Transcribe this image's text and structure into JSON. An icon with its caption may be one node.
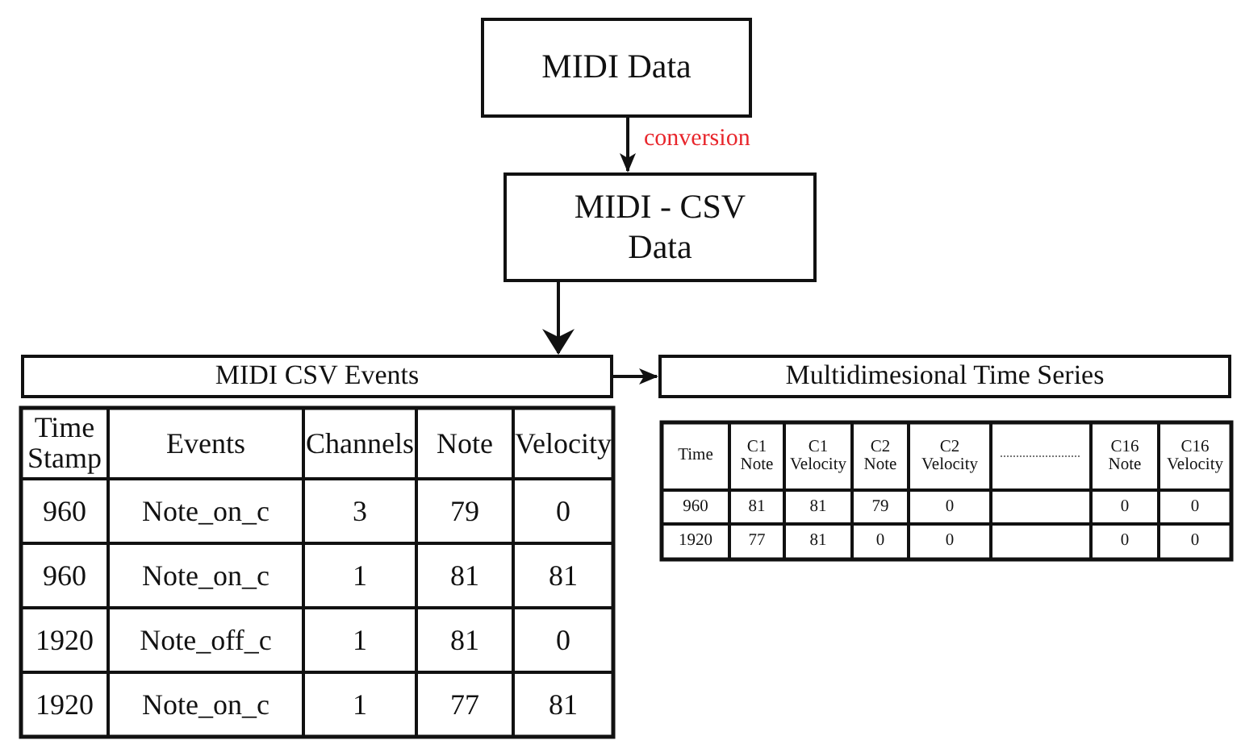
{
  "diagram": {
    "nodes": [
      {
        "text": [
          "MIDI Data"
        ]
      },
      {
        "text": [
          "MIDI - CSV Data"
        ]
      },
      {
        "text": [
          "MIDI CSV Events"
        ]
      },
      {
        "text": [
          "Multidimesional Time Series"
        ]
      }
    ],
    "edges": [
      {
        "from": 0,
        "to": 1,
        "arrow": "to",
        "label": "conversion"
      },
      {
        "from": 1,
        "to": 2,
        "arrow": "to"
      },
      {
        "from": 2,
        "to": 3,
        "arrow": "to"
      }
    ],
    "labels": [
      "Time Stamp",
      "Events",
      "Channels",
      "Note",
      "Velocity",
      "960",
      "Note_on_c",
      "3",
      "79",
      "0",
      "960",
      "Note_on_c",
      "1",
      "81",
      "81",
      "1920",
      "Note_off_c",
      "1",
      "81",
      "0",
      "1920",
      "Note_on_c",
      "1",
      "77",
      "81",
      "Time",
      "C1 Note",
      "C1 Velocity",
      "C2 Note",
      "C2 Velocity",
      "C16 Note",
      "C16 Velocity",
      "960",
      "81",
      "81",
      "79",
      "0",
      "0",
      "0",
      "1920",
      "77",
      "81",
      "0",
      "0",
      "0",
      "0"
    ]
  }
}
